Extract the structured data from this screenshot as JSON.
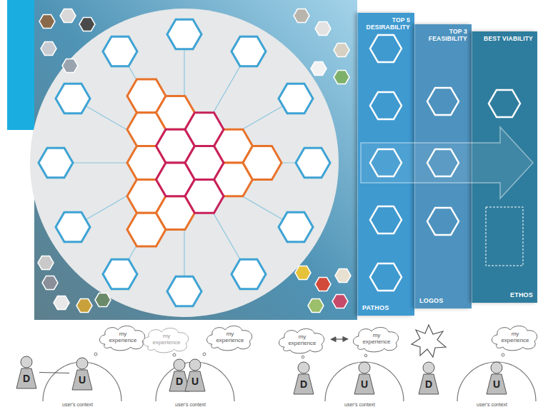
{
  "diagram": {
    "nodes": [
      {
        "text": [
          "TOP 5 DESIRABILITY",
          "PATHOS"
        ]
      },
      {
        "text": [
          "TOP 3 FEASIBILITY",
          "LOGOS"
        ]
      },
      {
        "text": [
          "BEST VIABILITY",
          "ETHOS"
        ]
      },
      {
        "text": [
          "D"
        ]
      },
      {
        "text": [
          "U"
        ]
      },
      {
        "text": [
          "my experience"
        ]
      },
      {
        "text": [
          "my experience"
        ]
      },
      {
        "text": [
          "my experience"
        ]
      },
      {
        "text": [
          "D"
        ]
      },
      {
        "text": [
          "U"
        ]
      },
      {
        "text": [
          "my experience"
        ]
      },
      {
        "text": [
          "my experience"
        ]
      },
      {
        "text": [
          "D"
        ]
      },
      {
        "text": [
          "U"
        ]
      },
      {
        "text": [
          "D"
        ]
      },
      {
        "text": [
          "my experience"
        ]
      },
      {
        "text": [
          "U"
        ]
      }
    ],
    "edges": [
      {
        "from": 3,
        "to": 4,
        "arrow": "none"
      },
      {
        "from": 10,
        "to": 11,
        "arrow": "both"
      }
    ],
    "labels": [
      "user's context",
      "user's context",
      "user's context",
      "user's context"
    ]
  }
}
